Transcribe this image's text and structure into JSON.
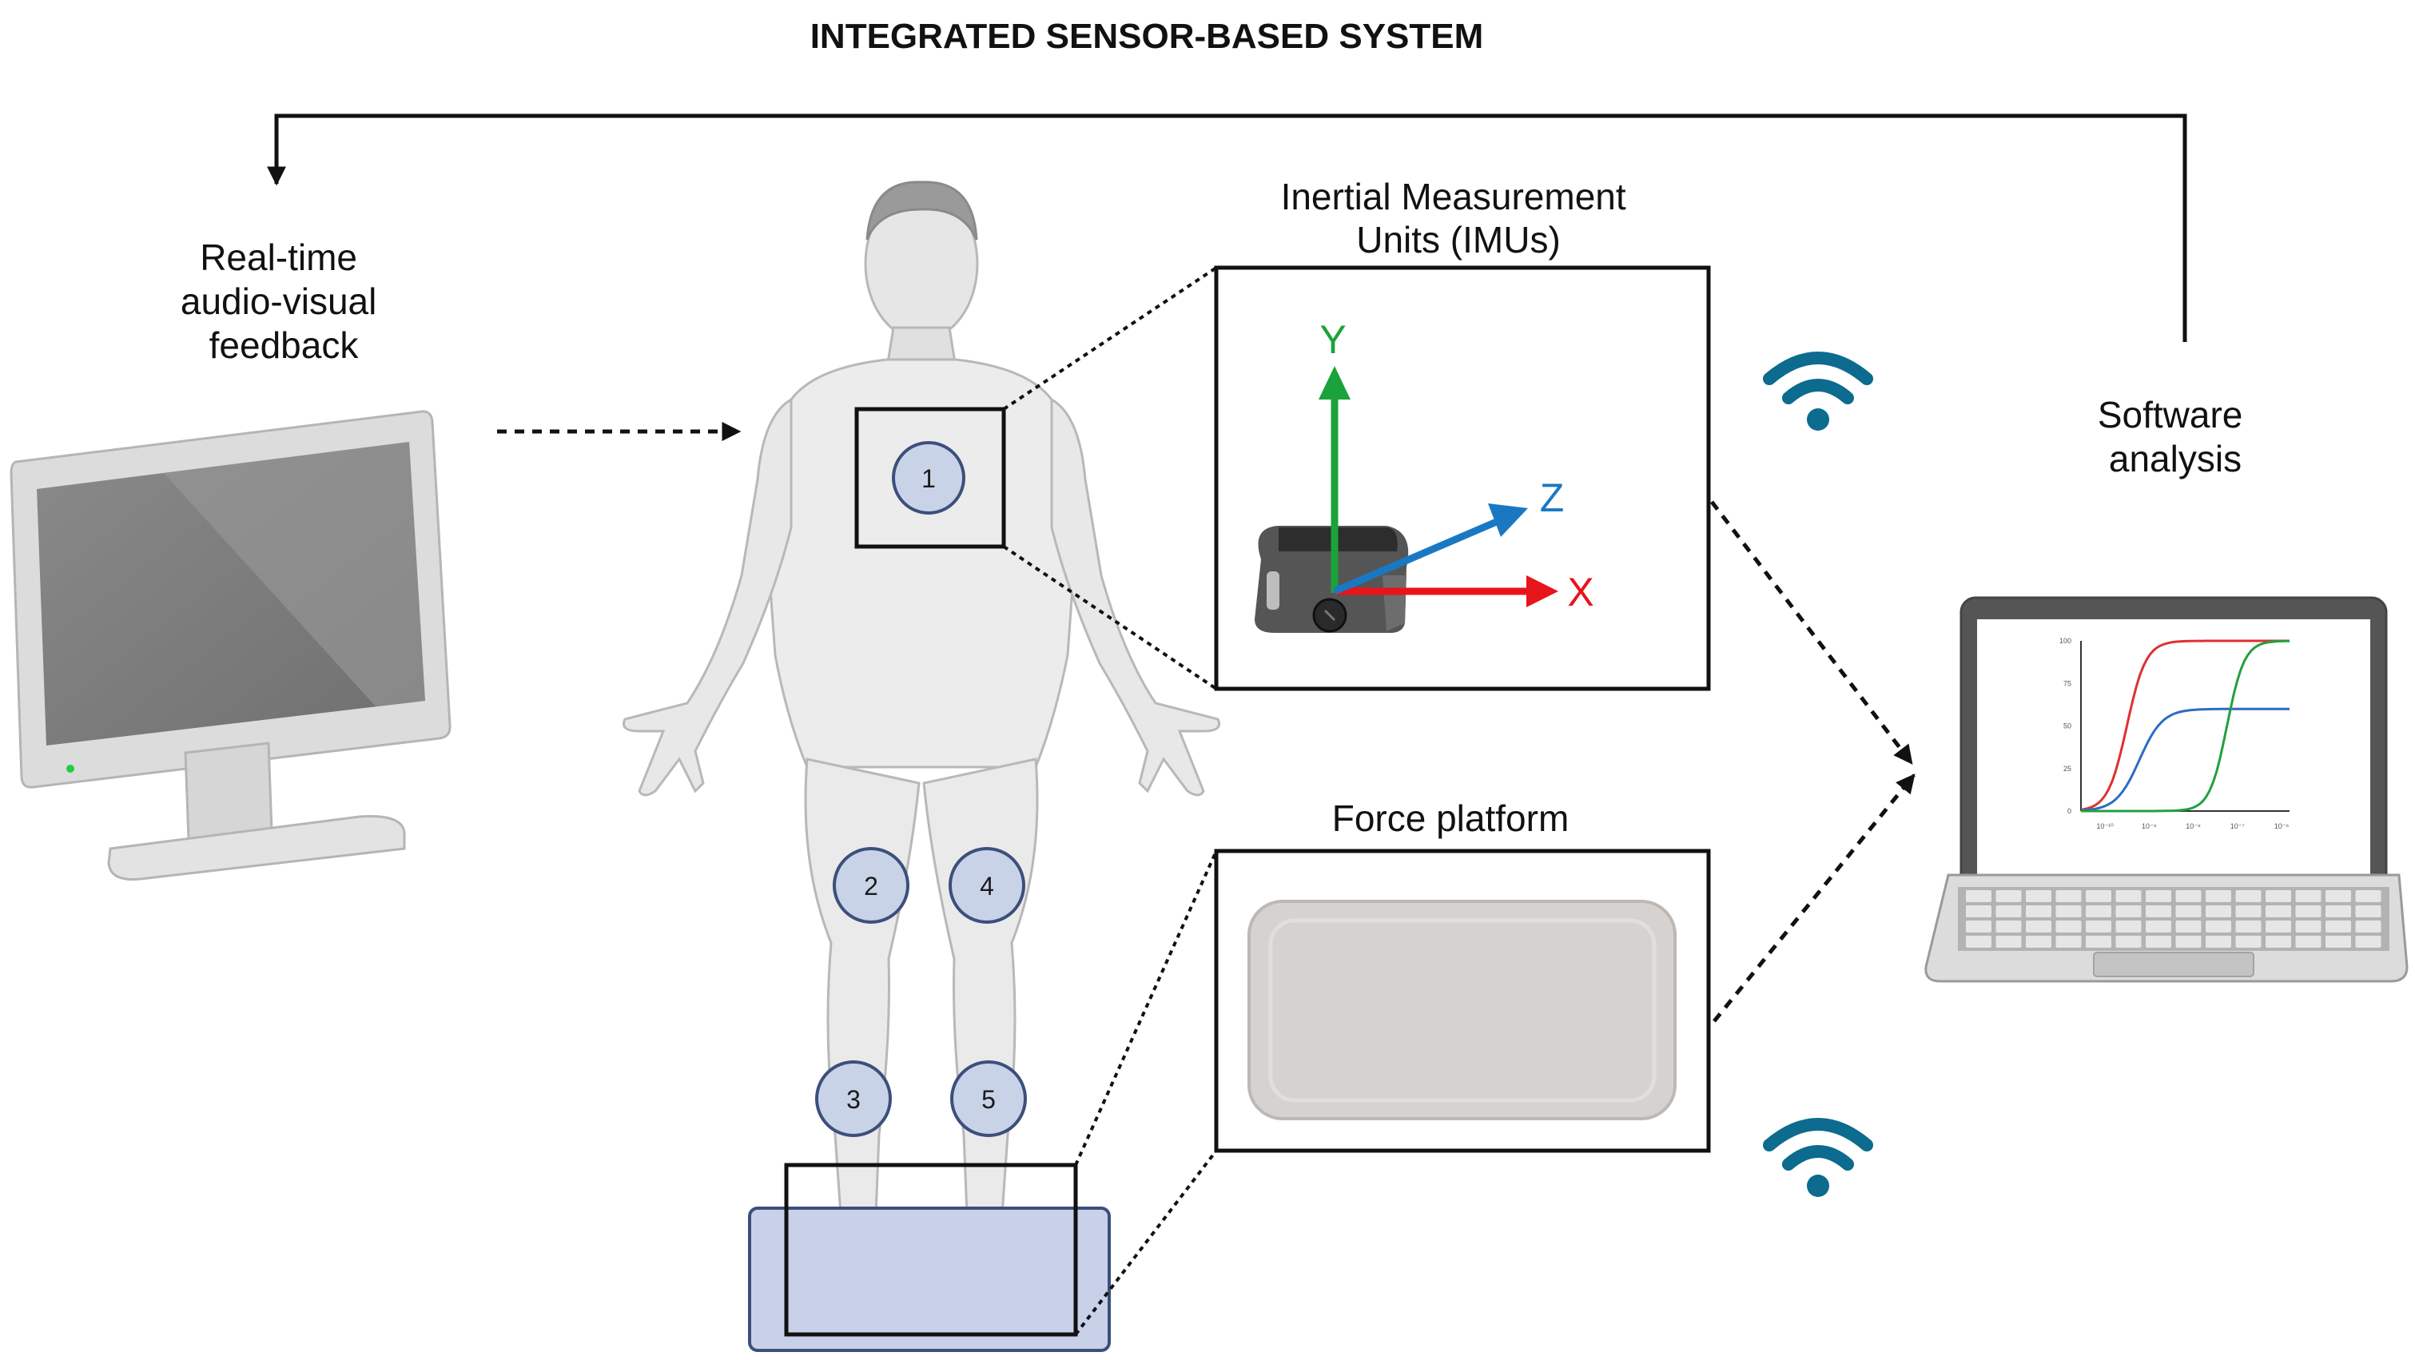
{
  "title": "INTEGRATED SENSOR-BASED SYSTEM",
  "labels": {
    "feedback": [
      "Real-time",
      "audio-visual",
      "feedback"
    ],
    "imu": [
      "Inertial Measurement",
      "Units (IMUs)"
    ],
    "force": "Force platform",
    "software": [
      "Software",
      "analysis"
    ]
  },
  "sensors": [
    "1",
    "2",
    "3",
    "4",
    "5"
  ],
  "axes": {
    "x": "X",
    "y": "Y",
    "z": "Z"
  },
  "chart_data": {
    "type": "line",
    "y_ticks": [
      "100",
      "75",
      "50",
      "25",
      "0"
    ],
    "x_ticks": [
      "10⁻¹⁰",
      "10⁻⁹",
      "10⁻⁸",
      "10⁻⁷",
      "10⁻⁶"
    ],
    "series": [
      {
        "color": "#e03030"
      },
      {
        "color": "#2b6cc4"
      },
      {
        "color": "#21a040"
      }
    ]
  },
  "colors": {
    "axis_x": "#e8141b",
    "axis_y": "#1aa33a",
    "axis_z": "#1a78c2",
    "wifi": "#0c6b8e",
    "sensor_fill": "#c9d3e8",
    "sensor_stroke": "#3c4f7c",
    "platform_fill": "#c8d1e8"
  },
  "icons": [
    "monitor-icon",
    "human-body-icon",
    "imu-sensor-icon",
    "wifi-icon",
    "laptop-icon",
    "force-plate-icon"
  ]
}
